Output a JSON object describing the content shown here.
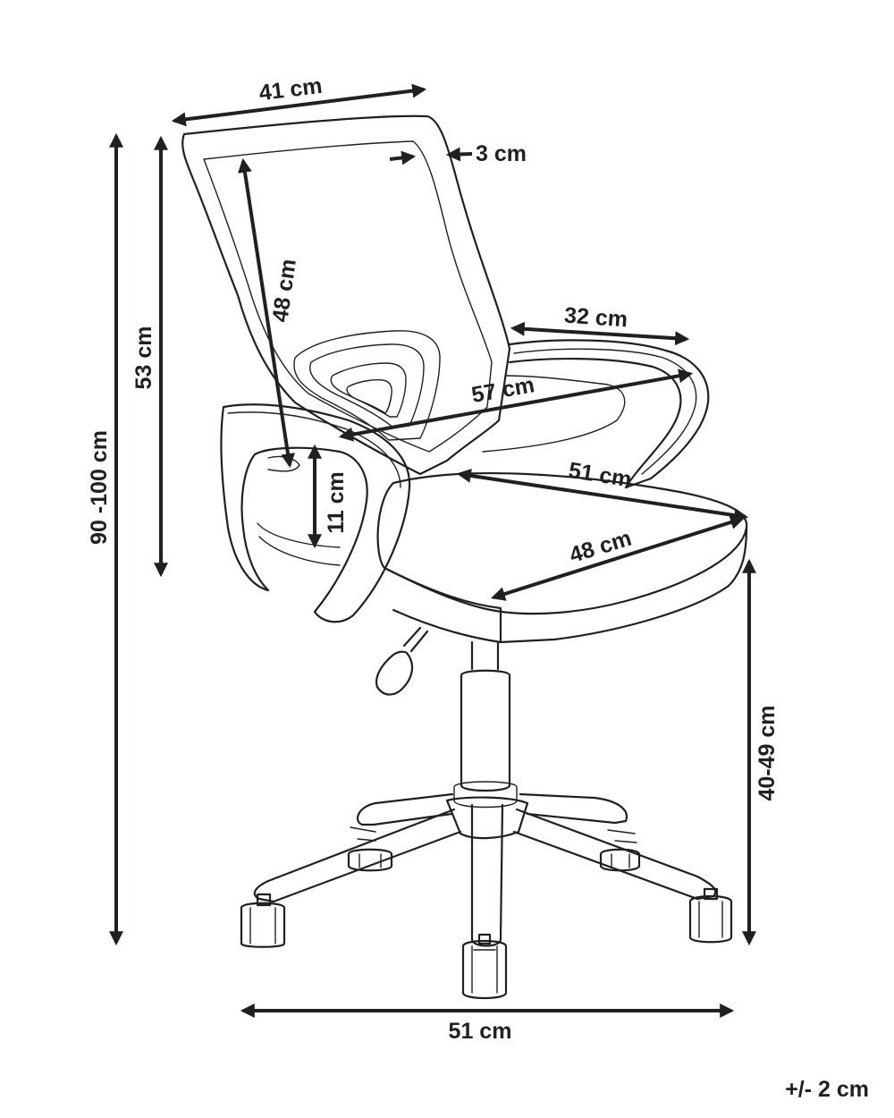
{
  "diagram": {
    "dimensions": {
      "top_width": "41 cm",
      "frame_depth": "3 cm",
      "backrest_height": "48 cm",
      "back_height": "53 cm",
      "total_height": "90 -100 cm",
      "armrest_length": "32 cm",
      "width_between_arms": "57 cm",
      "armrest_height": "11 cm",
      "seat_width": "51 cm",
      "seat_depth": "48 cm",
      "seat_height": "40-49 cm",
      "base_width": "51 cm"
    },
    "tolerance": "+/- 2 cm",
    "colors": {
      "line": "#231f20",
      "background": "#ffffff"
    }
  }
}
